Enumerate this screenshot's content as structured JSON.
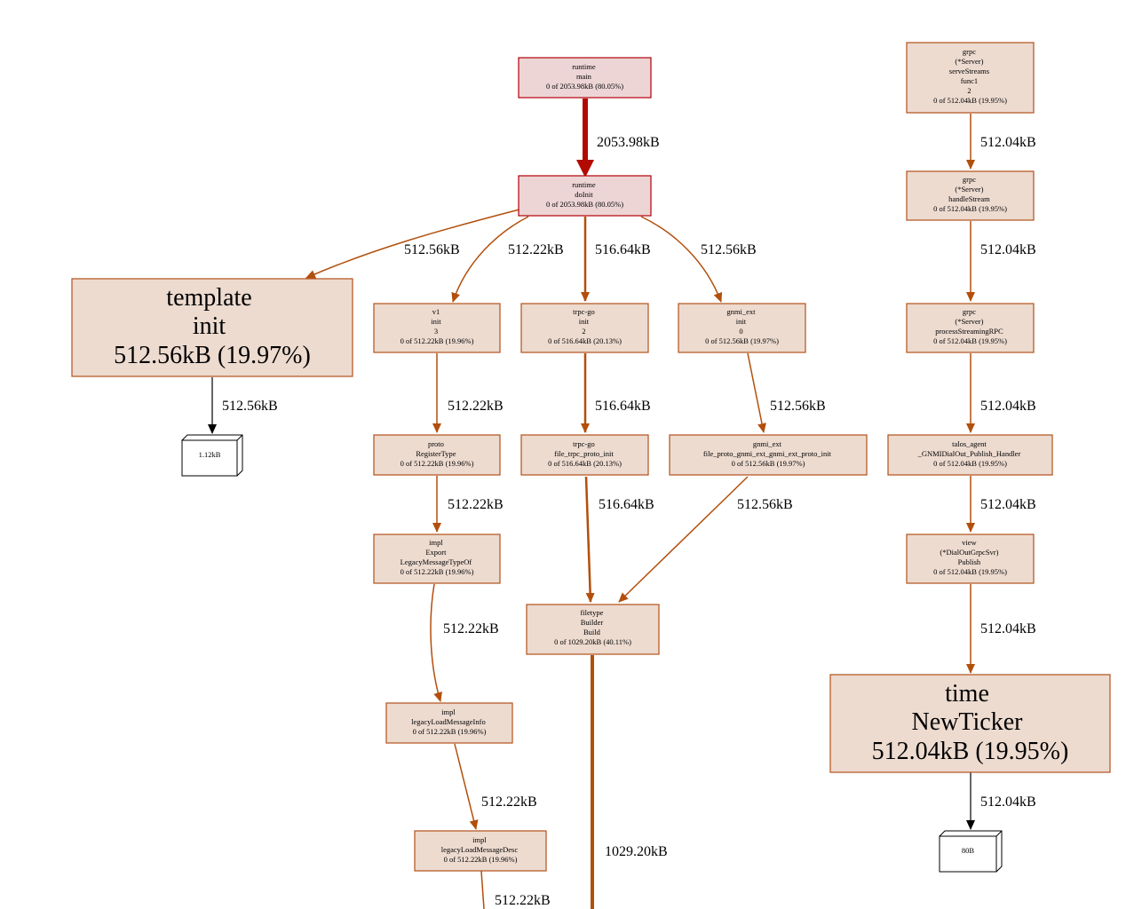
{
  "colors": {
    "hot_fill": "#edd5d5",
    "hot_stroke": "#b2000a",
    "node_fill": "#eddbd0",
    "node_stroke": "#b2501a",
    "edge_hot": "#b20a00",
    "edge": "#b24f0c",
    "leaf_stroke": "#000000",
    "leaf_fill": "#ffffff"
  },
  "nodes": {
    "runtime_main": [
      "runtime",
      "main",
      "0 of 2053.98kB (80.05%)"
    ],
    "runtime_doinit": [
      "runtime",
      "doInit",
      "0 of 2053.98kB (80.05%)"
    ],
    "template_init": [
      "template",
      "init",
      "512.56kB (19.97%)"
    ],
    "leaf_112": [
      "1.12kB"
    ],
    "v1_init": [
      "v1",
      "init",
      "3",
      "0 of 512.22kB (19.96%)"
    ],
    "proto_registertype": [
      "proto",
      "RegisterType",
      "0 of 512.22kB (19.96%)"
    ],
    "impl_export": [
      "impl",
      "Export",
      "LegacyMessageTypeOf",
      "0 of 512.22kB (19.96%)"
    ],
    "impl_loadinfo": [
      "impl",
      "legacyLoadMessageInfo",
      "0 of 512.22kB (19.96%)"
    ],
    "impl_loaddesc": [
      "impl",
      "legacyLoadMessageDesc",
      "0 of 512.22kB (19.96%)"
    ],
    "trpc_init": [
      "trpc-go",
      "init",
      "2",
      "0 of 516.64kB (20.13%)"
    ],
    "trpc_file_init": [
      "trpc-go",
      "file_trpc_proto_init",
      "0 of 516.64kB (20.13%)"
    ],
    "filetype_build": [
      "filetype",
      "Builder",
      "Build",
      "0 of 1029.20kB (40.11%)"
    ],
    "gnmi_init": [
      "gnmi_ext",
      "init",
      "0",
      "0 of 512.56kB (19.97%)"
    ],
    "gnmi_file_init": [
      "gnmi_ext",
      "file_proto_gnmi_ext_gnmi_ext_proto_init",
      "0 of 512.56kB (19.97%)"
    ],
    "grpc_servestreams": [
      "grpc",
      "(*Server)",
      "serveStreams",
      "func1",
      "2",
      "0 of 512.04kB (19.95%)"
    ],
    "grpc_handlestream": [
      "grpc",
      "(*Server)",
      "handleStream",
      "0 of 512.04kB (19.95%)"
    ],
    "grpc_processrpc": [
      "grpc",
      "(*Server)",
      "processStreamingRPC",
      "0 of 512.04kB (19.95%)"
    ],
    "talos_handler": [
      "talos_agent",
      "_GNMIDialOut_Publish_Handler",
      "0 of 512.04kB (19.95%)"
    ],
    "view_publish": [
      "view",
      "(*DialOutGrpcSvr)",
      "Publish",
      "0 of 512.04kB (19.95%)"
    ],
    "time_newticker": [
      "time",
      "NewTicker",
      "512.04kB (19.95%)"
    ],
    "leaf_80": [
      "80B"
    ]
  },
  "edges": {
    "main_doinit": "2053.98kB",
    "doinit_template": "512.56kB",
    "doinit_v1": "512.22kB",
    "doinit_trpc": "516.64kB",
    "doinit_gnmi": "512.56kB",
    "template_leaf": "512.56kB",
    "v1_proto": "512.22kB",
    "proto_export": "512.22kB",
    "export_info": "512.22kB",
    "info_desc": "512.22kB",
    "desc_down": "512.22kB",
    "trpc_file": "516.64kB",
    "trpcfile_build": "516.64kB",
    "gnmi_file": "512.56kB",
    "gnmifile_build": "512.56kB",
    "build_down": "1029.20kB",
    "serve_handle": "512.04kB",
    "handle_process": "512.04kB",
    "process_talos": "512.04kB",
    "talos_view": "512.04kB",
    "view_time": "512.04kB",
    "time_leaf": "512.04kB"
  }
}
